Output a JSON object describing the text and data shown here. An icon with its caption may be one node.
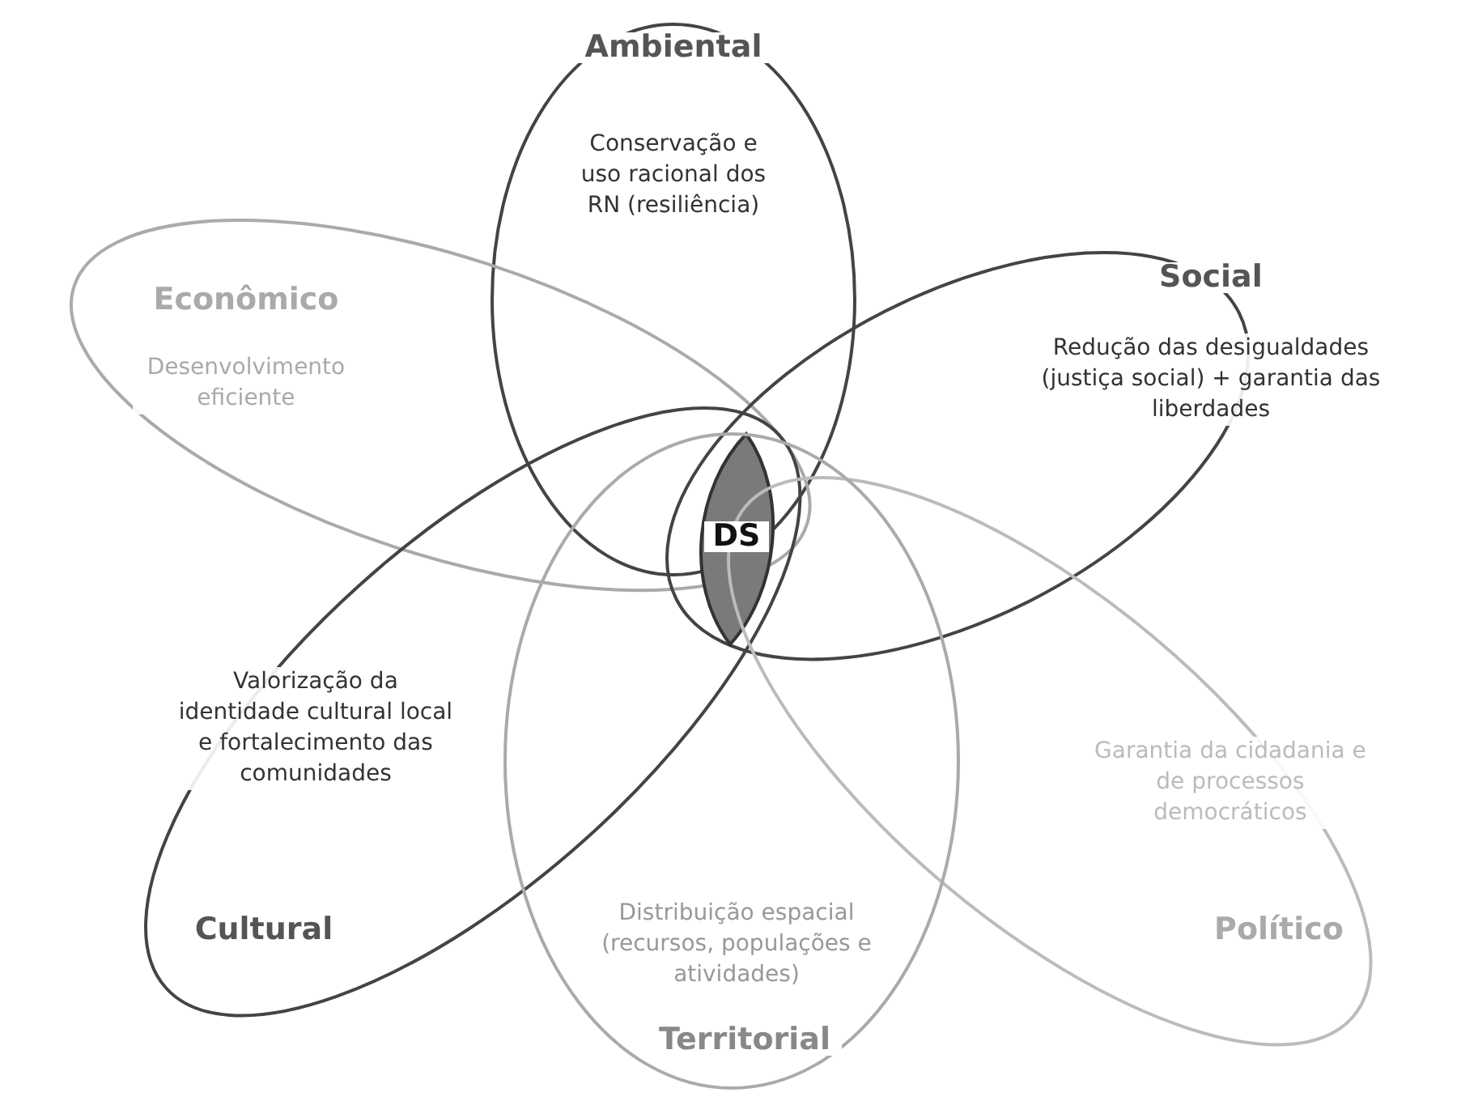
{
  "diagram": {
    "nodes": [
      {
        "text": [
          "Ambiental",
          "Conservação e uso racional dos RN (resiliência)"
        ]
      },
      {
        "text": [
          "Econômico",
          "Desenvolvimento eficiente"
        ]
      },
      {
        "text": [
          "Social",
          "Redução das desigualdades (justiça social) + garantia das liberdades"
        ]
      },
      {
        "text": [
          "DS"
        ]
      },
      {
        "text": [
          "Valorização da identidade cultural local e fortalecimento das comunidades",
          "Cultural"
        ]
      },
      {
        "text": [
          "Garantia da cidadania e de processos democráticos",
          "Político"
        ]
      },
      {
        "text": [
          "Distribuição espacial (recursos, populações e atividades)",
          "Territorial"
        ]
      }
    ],
    "edges": []
  }
}
